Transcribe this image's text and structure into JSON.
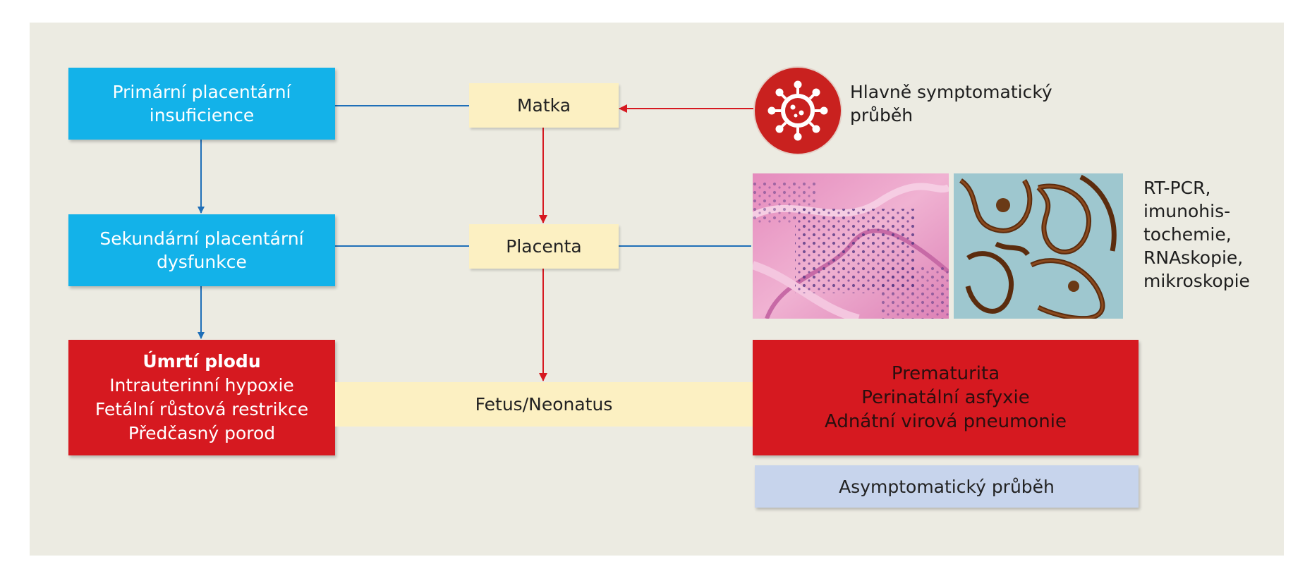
{
  "nodes": {
    "primary": {
      "lines": [
        "Primární placentární",
        "insuficience"
      ]
    },
    "secondary": {
      "lines": [
        "Sekundární placentární",
        "dysfunkce"
      ]
    },
    "fetal_death": {
      "lines": [
        "Úmrtí plodu",
        "Intrauterinní hypoxie",
        "Fetální růstová restrikce",
        "Předčasný porod"
      ]
    },
    "mother": {
      "label": "Matka"
    },
    "placenta": {
      "label": "Placenta"
    },
    "fetus": {
      "label": "Fetus/Neonatus"
    },
    "neonatal": {
      "lines": [
        "Prematurita",
        "Perinatální asfyxie",
        "Adnátní virová pneumonie"
      ]
    },
    "asymptomatic": {
      "label": "Asymptomatický průběh"
    }
  },
  "labels": {
    "symptomatic": [
      "Hlavně symptomatický",
      "průběh"
    ],
    "methods": [
      "RT-PCR,",
      "imunohis-",
      "tochemie,",
      "RNAskopie,",
      "mikroskopie"
    ]
  },
  "colors": {
    "cyan": "#13b2e9",
    "red": "#d61920",
    "yellow": "#fcf0c2",
    "lavender": "#c7d4ec",
    "blue_line": "#1f6fb8",
    "red_line": "#d61920",
    "background": "#ecebe2"
  },
  "icons": {
    "virus": "virus-icon",
    "histology_he": "histology-he-image",
    "histology_ihc": "histology-ihc-image"
  }
}
